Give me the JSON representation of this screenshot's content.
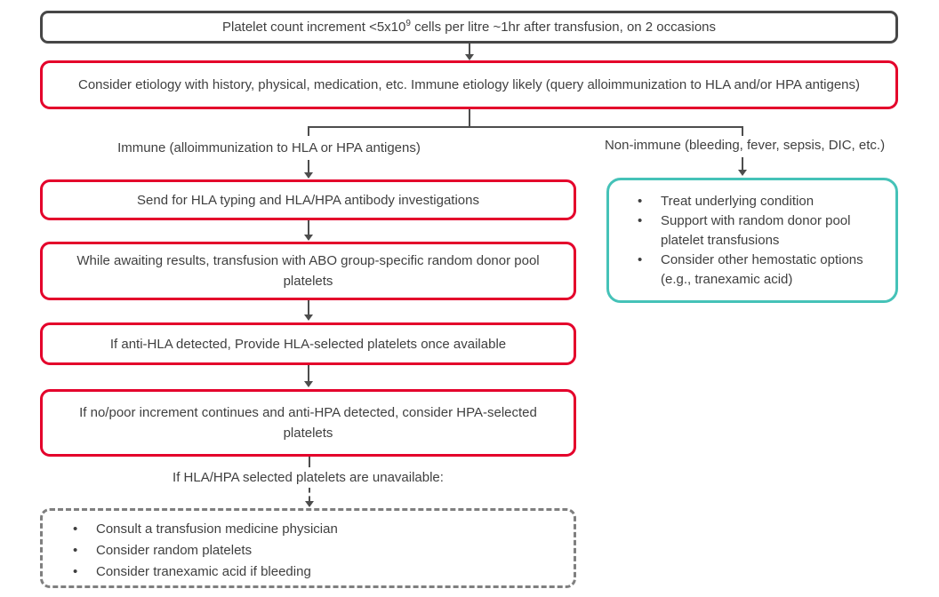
{
  "colors": {
    "red": "#e4002b",
    "teal": "#45c2b8",
    "dark_gray": "#474747",
    "mid_gray": "#7f7f7f",
    "text": "#3f3f3f",
    "line": "#4d4d4d"
  },
  "criteria_box": {
    "text_pre": "Platelet count increment <5x10",
    "superscript": "9",
    "text_post": " cells per litre ~1hr after transfusion, on 2 occasions"
  },
  "etiology_box": {
    "text": "Consider etiology with history, physical, medication, etc. Immune etiology likely (query alloimmunization to HLA and/or HPA antigens)"
  },
  "branches": {
    "immune_label": "Immune (alloimmunization to HLA or HPA antigens)",
    "non_immune_label": "Non-immune (bleeding, fever, sepsis, DIC, etc.)"
  },
  "immune_path": {
    "hla_typing_box": "Send for HLA typing and HLA/HPA antibody investigations",
    "awaiting_box": "While awaiting results, transfusion with ABO group-specific random donor pool platelets",
    "anti_hla_box": "If anti-HLA detected, Provide HLA-selected platelets once available",
    "anti_hpa_box": "If no/poor increment continues and anti-HPA detected, consider HPA-selected platelets",
    "unavailable_label": "If HLA/HPA selected platelets are unavailable:",
    "unavailable_box_items": [
      "Consult a transfusion medicine physician",
      "Consider random platelets",
      "Consider tranexamic acid if bleeding"
    ]
  },
  "non_immune_path": {
    "management_box_items": [
      "Treat underlying condition",
      "Support with random donor pool platelet transfusions",
      "Consider other hemostatic options (e.g., tranexamic acid)"
    ]
  }
}
